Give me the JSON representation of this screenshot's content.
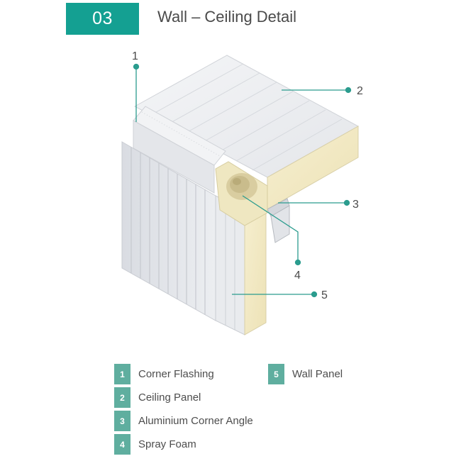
{
  "header": {
    "number": "03",
    "title": "Wall – Ceiling Detail"
  },
  "callouts": [
    "1",
    "2",
    "3",
    "4",
    "5"
  ],
  "legend": [
    {
      "num": "1",
      "label": "Corner Flashing"
    },
    {
      "num": "2",
      "label": "Ceiling Panel"
    },
    {
      "num": "3",
      "label": "Aluminium Corner Angle"
    },
    {
      "num": "4",
      "label": "Spray Foam"
    },
    {
      "num": "5",
      "label": "Wall Panel"
    }
  ],
  "colors": {
    "accent": "#14a092",
    "legend_badge": "#5fae9f",
    "foam": "#f3ebc8",
    "panel": "#e8eaee"
  }
}
